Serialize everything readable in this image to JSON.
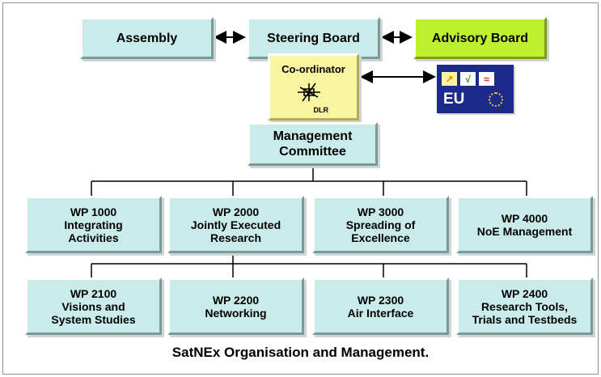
{
  "top_row": {
    "assembly": "Assembly",
    "steering_board": "Steering Board",
    "advisory_board": "Advisory Board"
  },
  "coordinator": {
    "label": "Co-ordinator",
    "logo_text": "DLR"
  },
  "eu_logo": {
    "text": "EU",
    "tiles": [
      "↗",
      "√",
      "≈"
    ]
  },
  "management_committee": [
    "Management",
    "Committee"
  ],
  "work_packages": [
    {
      "lines": [
        "WP 1000",
        "Integrating",
        "Activities"
      ]
    },
    {
      "lines": [
        "WP 2000",
        "Jointly Executed",
        "Research"
      ]
    },
    {
      "lines": [
        "WP 3000",
        "Spreading of",
        "Excellence"
      ]
    },
    {
      "lines": [
        "WP 4000",
        "NoE Management"
      ]
    }
  ],
  "sub_packages": [
    {
      "lines": [
        "WP 2100",
        "Visions and",
        "System Studies"
      ]
    },
    {
      "lines": [
        "WP 2200",
        "Networking"
      ]
    },
    {
      "lines": [
        "WP 2300",
        "Air Interface"
      ]
    },
    {
      "lines": [
        "WP 2400",
        "Research Tools,",
        "Trials and Testbeds"
      ]
    }
  ],
  "caption": "SatNEx Organisation and Management.",
  "colors": {
    "box_fill": "#c9ecea",
    "advisory_fill": "#bff02e",
    "coordinator_fill": "#fbf5a2",
    "eu_blue": "#1c2a8c"
  }
}
